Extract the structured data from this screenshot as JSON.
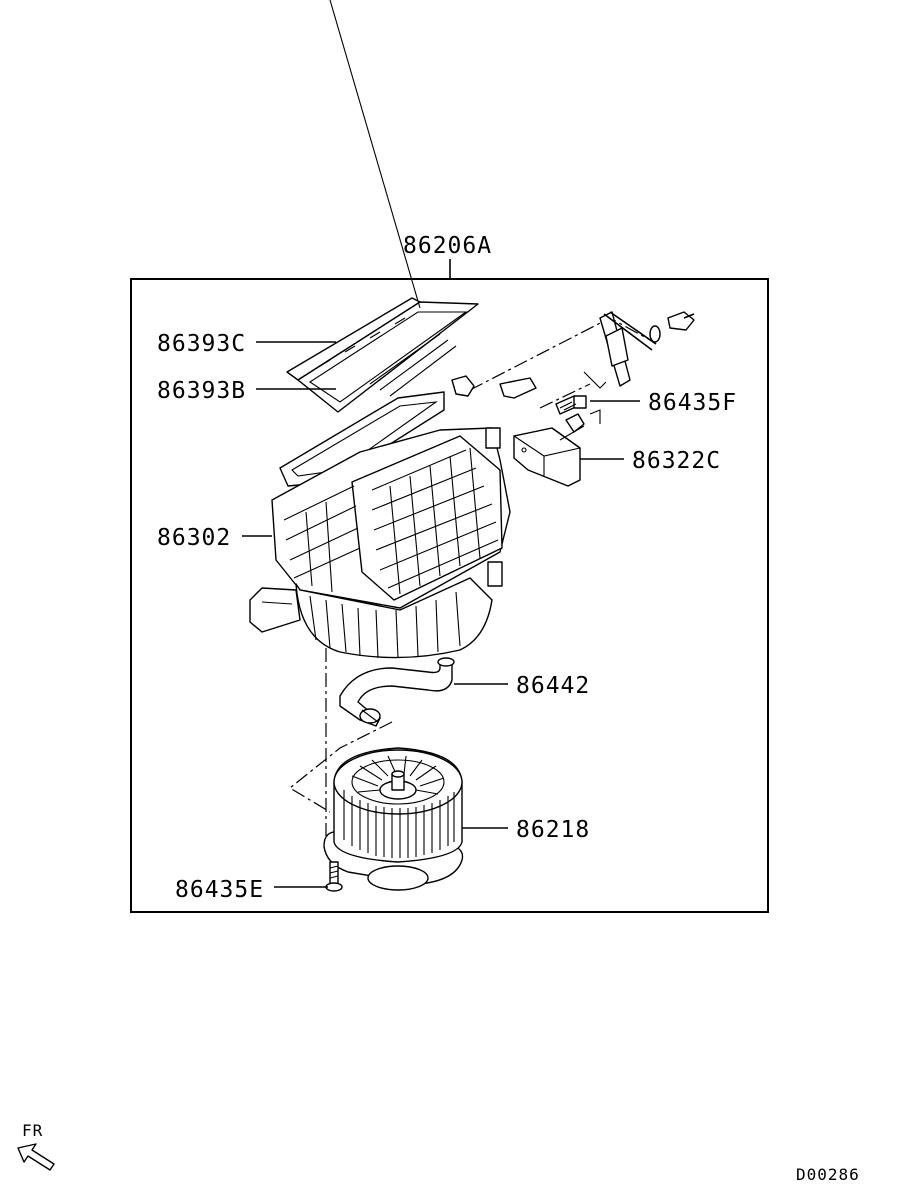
{
  "assembly_label": "86206A",
  "callouts": {
    "p86393C": "86393C",
    "p86393B": "86393B",
    "p86435F": "86435F",
    "p86322C": "86322C",
    "p86302": "86302",
    "p86442": "86442",
    "p86218": "86218",
    "p86435E": "86435E"
  },
  "direction_label": "FR",
  "diagram_code": "D00286"
}
